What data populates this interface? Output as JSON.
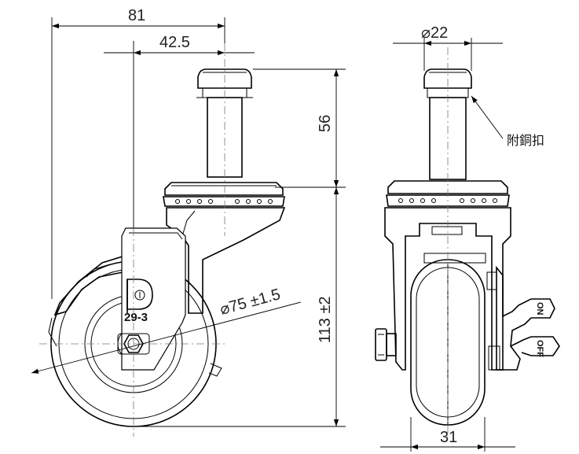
{
  "dimensions": {
    "overall_width": "81",
    "offset": "42.5",
    "stem_diameter": "⌀22",
    "stem_height": "56",
    "wheel_diameter": "⌀75 ±1.5",
    "overall_height": "113 ±2",
    "wheel_width": "31"
  },
  "annotations": {
    "copper_fitting": "附銅扣",
    "mark_text": "29-3",
    "brake_on": "ON",
    "brake_off": "OFF"
  }
}
